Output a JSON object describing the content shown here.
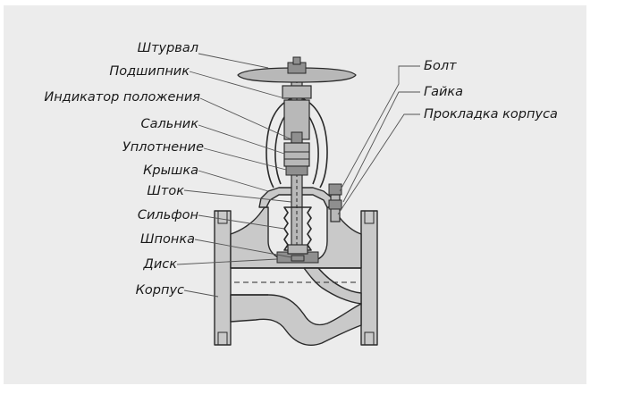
{
  "diagram": {
    "background_color": "#ececec",
    "label_color": "#1a1a1a",
    "left_labels": [
      {
        "id": "handwheel",
        "text": "Штурвал"
      },
      {
        "id": "bearing",
        "text": "Подшипник"
      },
      {
        "id": "position-indicator",
        "text": "Индикатор положения"
      },
      {
        "id": "gland",
        "text": "Сальник"
      },
      {
        "id": "seal",
        "text": "Уплотнение"
      },
      {
        "id": "bonnet",
        "text": "Крышка"
      },
      {
        "id": "stem",
        "text": "Шток"
      },
      {
        "id": "bellows",
        "text": "Сильфон"
      },
      {
        "id": "key",
        "text": "Шпонка"
      },
      {
        "id": "disc",
        "text": "Диск"
      },
      {
        "id": "body",
        "text": "Корпус"
      }
    ],
    "right_labels": [
      {
        "id": "bolt",
        "text": "Болт"
      },
      {
        "id": "nut",
        "text": "Гайка"
      },
      {
        "id": "body-gasket",
        "text": "Прокладка корпуса"
      }
    ]
  }
}
